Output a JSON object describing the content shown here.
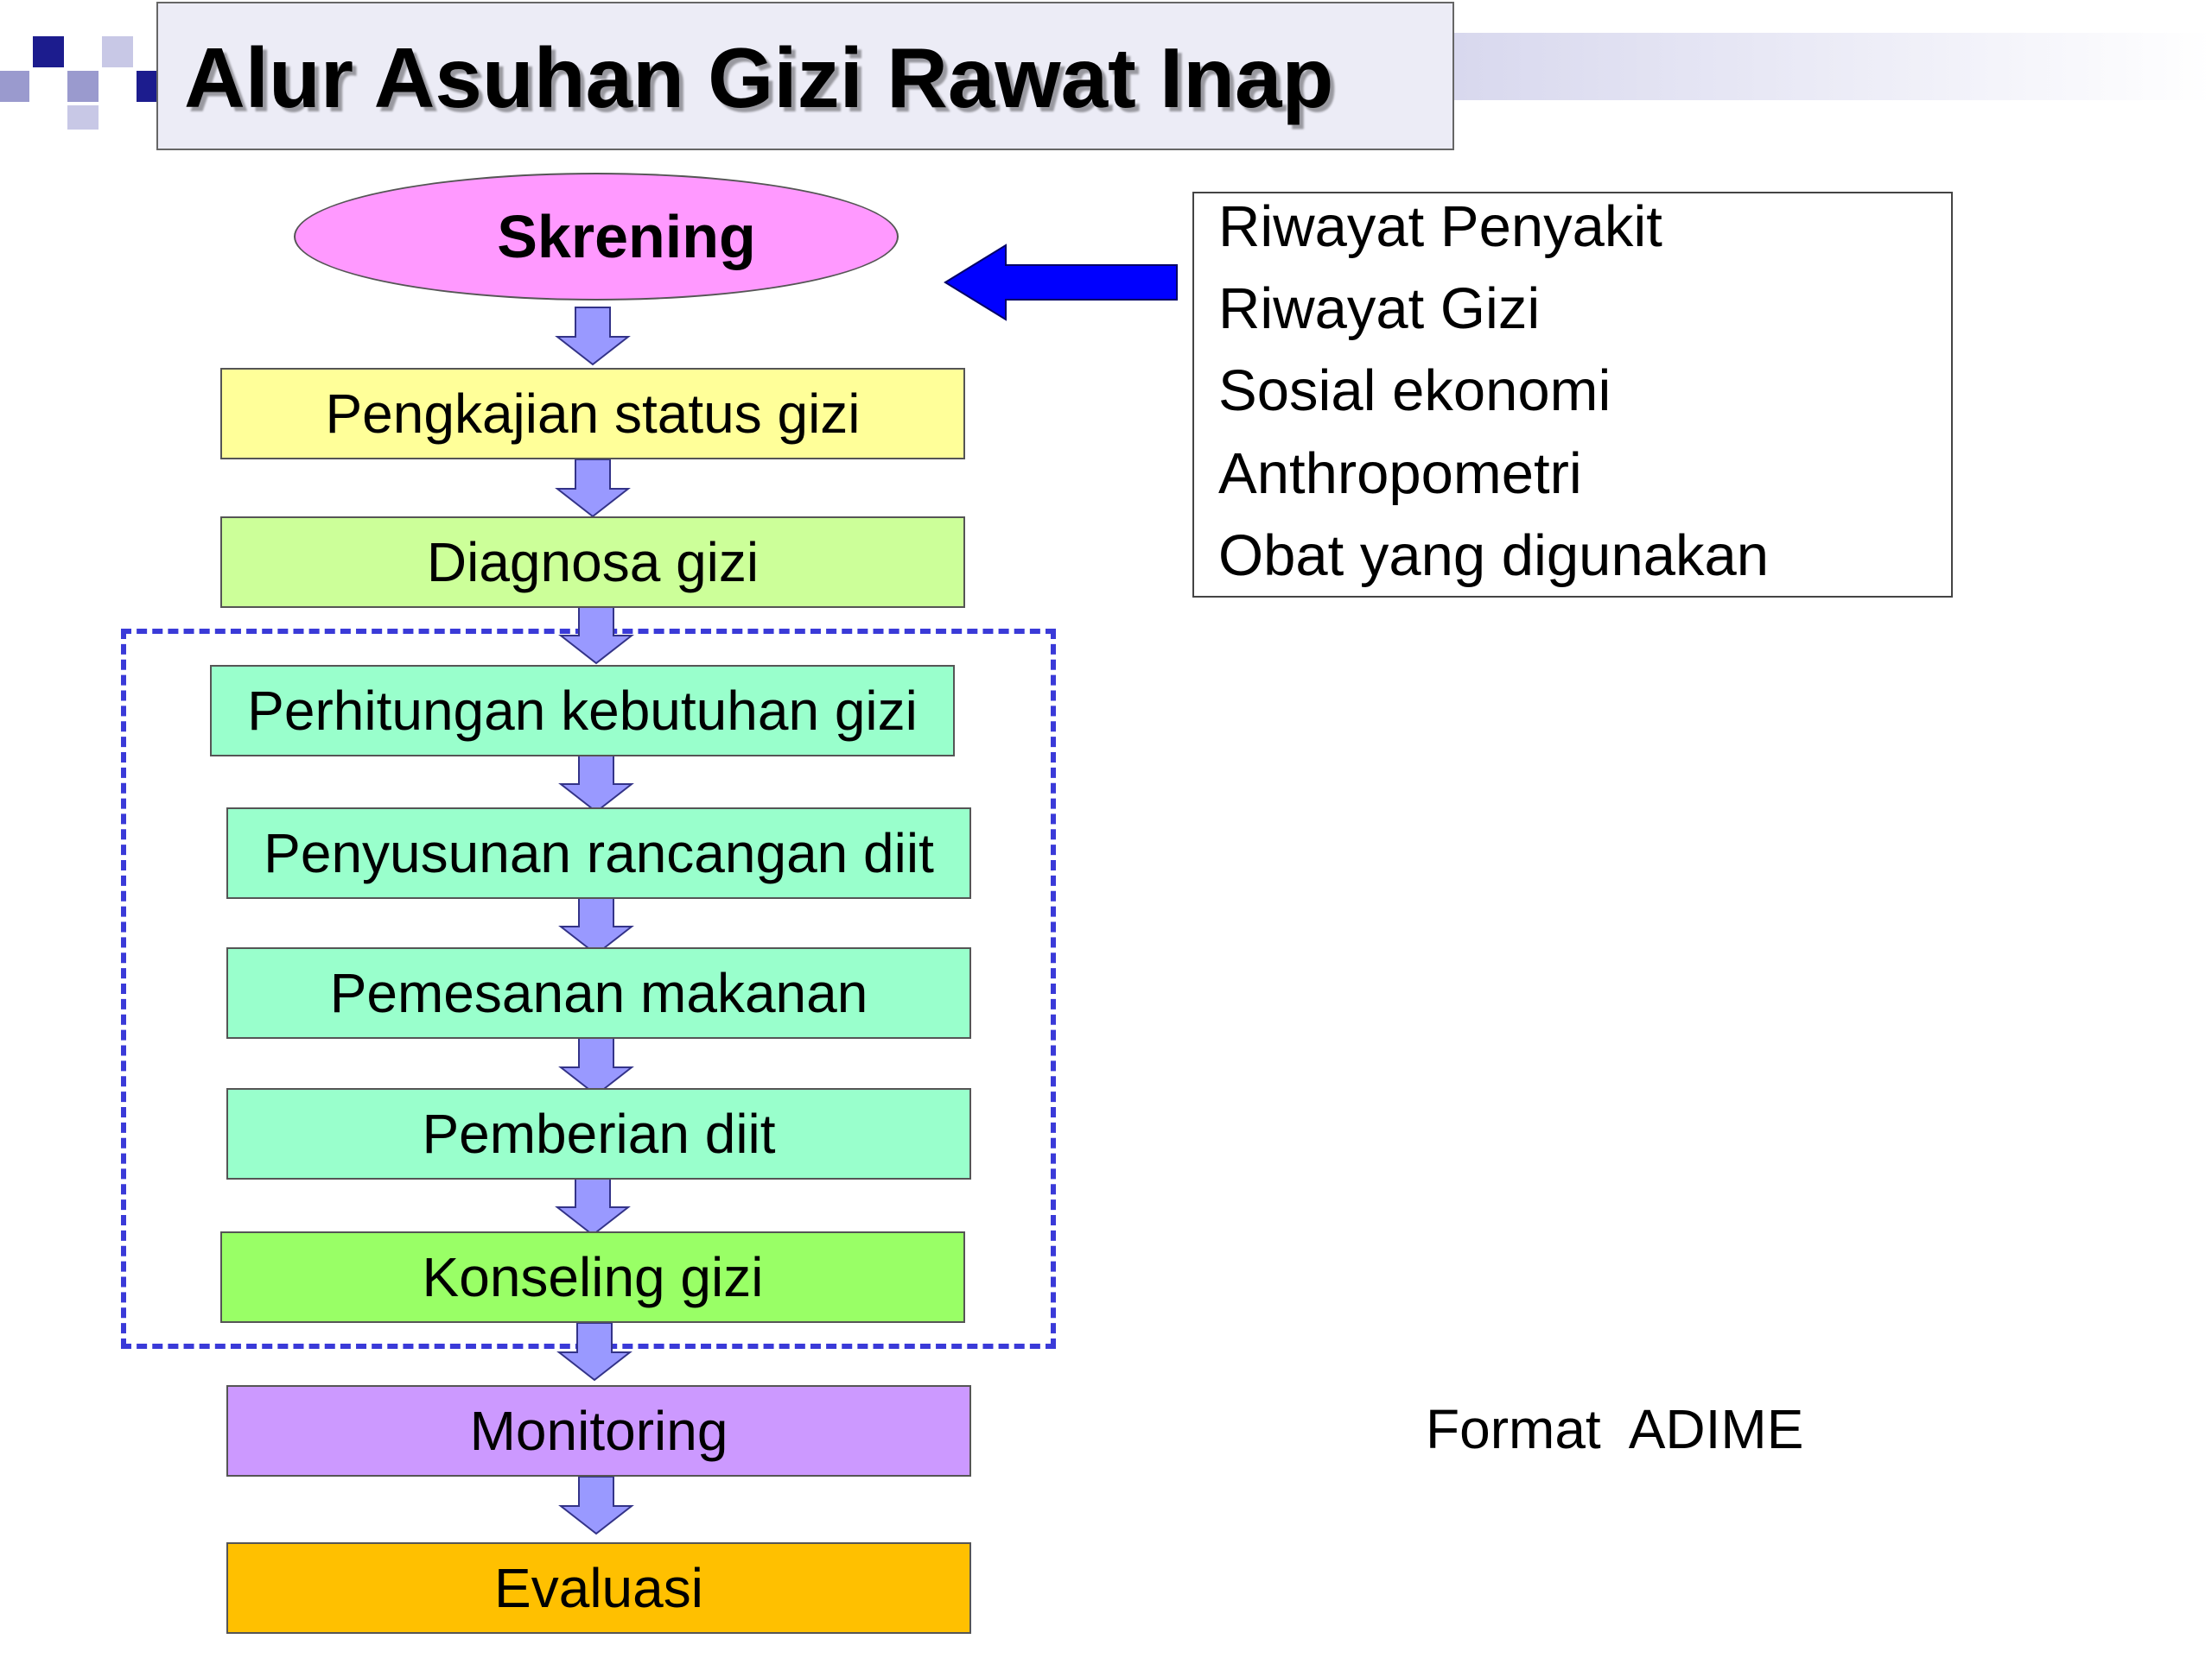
{
  "title": "Alur Asuhan Gizi Rawat Inap",
  "screening": "Skrening",
  "steps": [
    {
      "label": "Pengkajian status gizi",
      "color": "#ffff99"
    },
    {
      "label": "Diagnosa gizi",
      "color": "#ccff99"
    },
    {
      "label": "Perhitungan kebutuhan gizi",
      "color": "#99ffcc"
    },
    {
      "label": "Penyusunan rancangan diit",
      "color": "#99ffcc"
    },
    {
      "label": "Pemesanan makanan",
      "color": "#99ffcc"
    },
    {
      "label": "Pemberian diit",
      "color": "#99ffcc"
    },
    {
      "label": "Konseling gizi",
      "color": "#99ff66"
    },
    {
      "label": "Monitoring",
      "color": "#cc99ff"
    },
    {
      "label": "Evaluasi",
      "color": "#ffc000"
    }
  ],
  "screening_inputs": [
    "Riwayat Penyakit",
    "Riwayat Gizi",
    "Sosial ekonomi",
    "Anthropometri",
    "Obat yang digunakan"
  ],
  "format_label": "Format  ADIME",
  "colors": {
    "screening": "#ff99ff",
    "flow_arrow": "#9999ff",
    "input_arrow": "#0000ff",
    "intervention_border": "#3a3ad8"
  }
}
